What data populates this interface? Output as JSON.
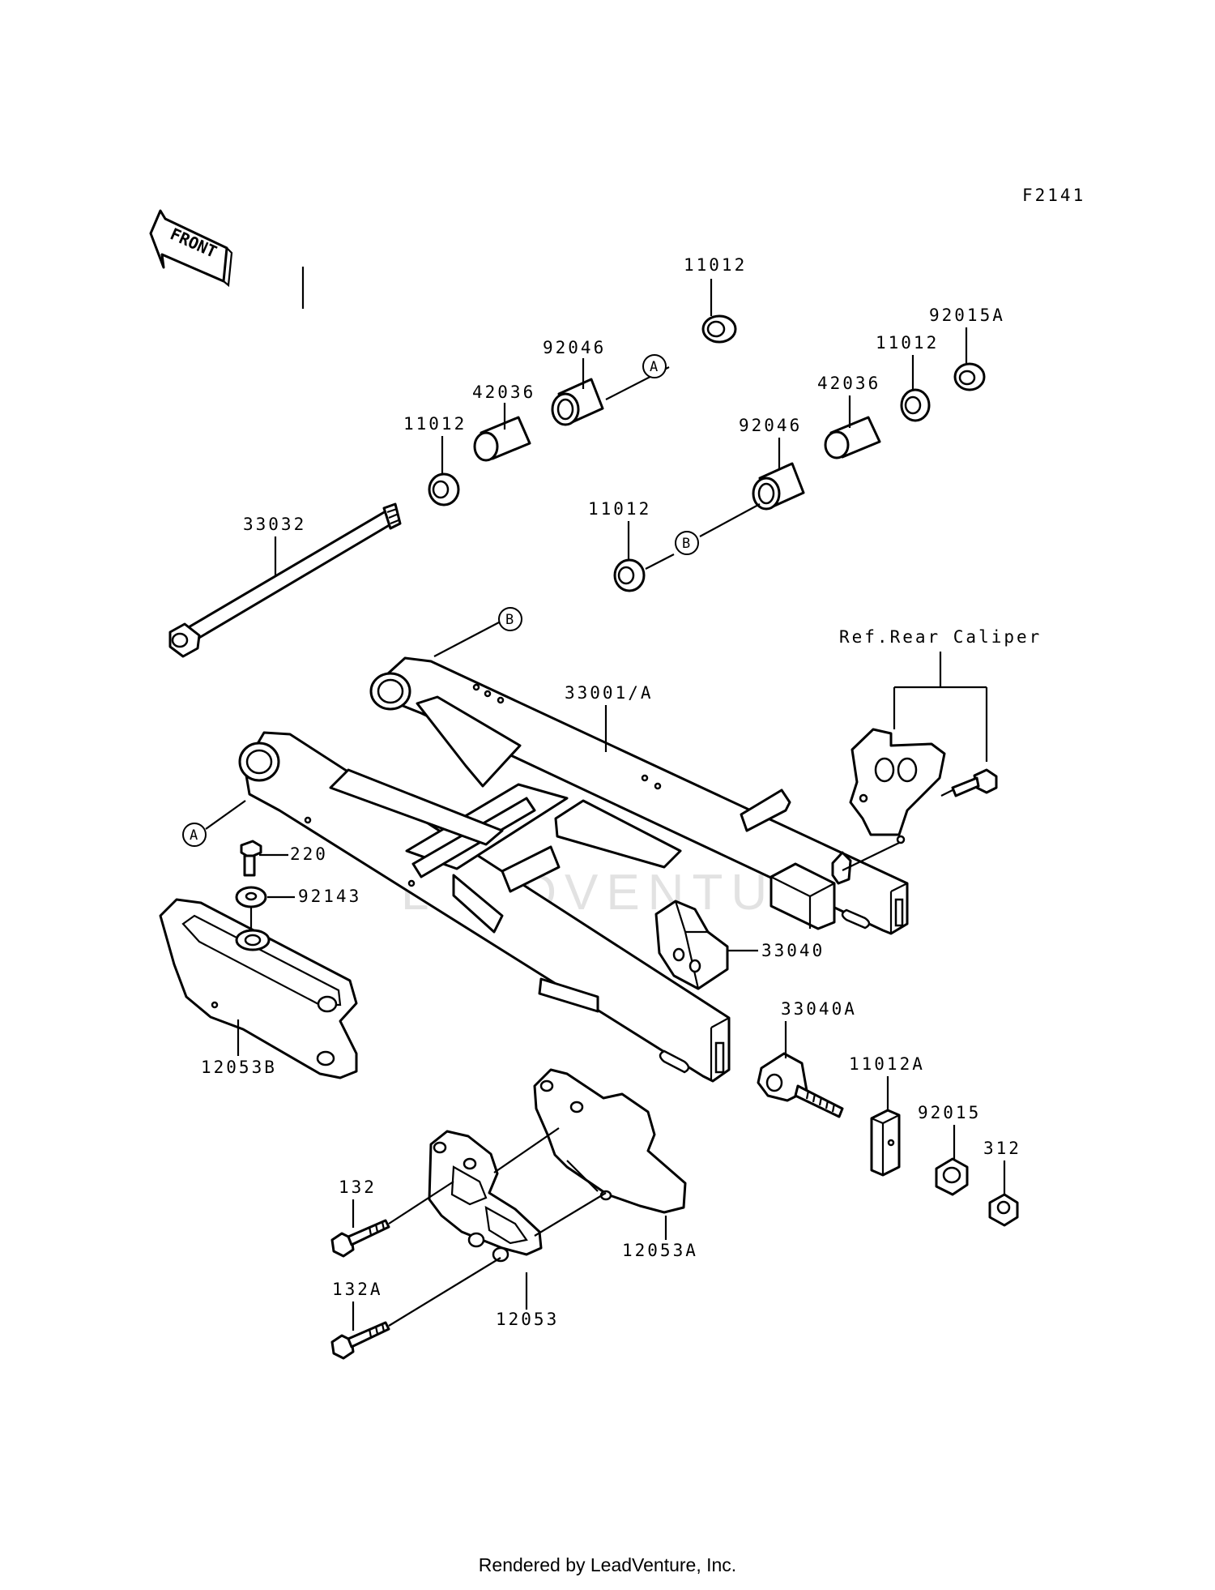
{
  "figure_code": "F2141",
  "front_arrow_label": "FRONT",
  "watermark": "LEADVENTURE",
  "footer": "Rendered by LeadVenture, Inc.",
  "ref_note": "Ref.Rear Caliper",
  "callout_markers": [
    "A",
    "B"
  ],
  "labels": {
    "l11012_top": "11012",
    "l92046_upper": "92046",
    "l42036_upper": "42036",
    "l11012_left": "11012",
    "l92015A": "92015A",
    "l11012_right": "11012",
    "l42036_right": "42036",
    "l92046_lower": "92046",
    "l11012_lower": "11012",
    "l33032": "33032",
    "l33001A": "33001/A",
    "l220": "220",
    "l92143": "92143",
    "l12053B": "12053B",
    "l33040": "33040",
    "l33040A": "33040A",
    "l11012A": "11012A",
    "l92015": "92015",
    "l312": "312",
    "l132": "132",
    "l132A": "132A",
    "l12053A": "12053A",
    "l12053": "12053"
  }
}
